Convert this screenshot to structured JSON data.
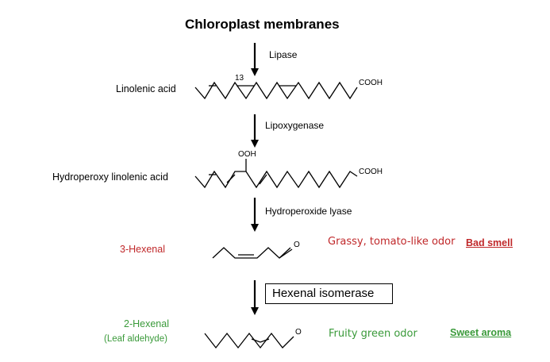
{
  "title": "Chloroplast membranes",
  "steps": [
    {
      "enzyme": "Lipase"
    },
    {
      "enzyme": "Lipoxygenase"
    },
    {
      "enzyme": "Hydroperoxide lyase"
    },
    {
      "enzyme": "Hexenal isomerase"
    }
  ],
  "compounds": {
    "linolenic": {
      "name": "Linolenic acid",
      "position_label": "13",
      "group": "COOH"
    },
    "hydroperoxy": {
      "name": "Hydroperoxy linolenic acid",
      "substituent": "OOH",
      "group": "COOH"
    },
    "hexenal3": {
      "name": "3-Hexenal",
      "carbonyl": "O",
      "odor": "Grassy, tomato-like odor",
      "verdict": "Bad smell"
    },
    "hexenal2": {
      "name": "2-Hexenal",
      "alias": "(Leaf aldehyde)",
      "carbonyl": "O",
      "odor": "Fruity green odor",
      "verdict": "Sweet aroma"
    }
  },
  "colors": {
    "bad": "#c0282a",
    "good": "#3a9a3a",
    "line": "#000000"
  }
}
